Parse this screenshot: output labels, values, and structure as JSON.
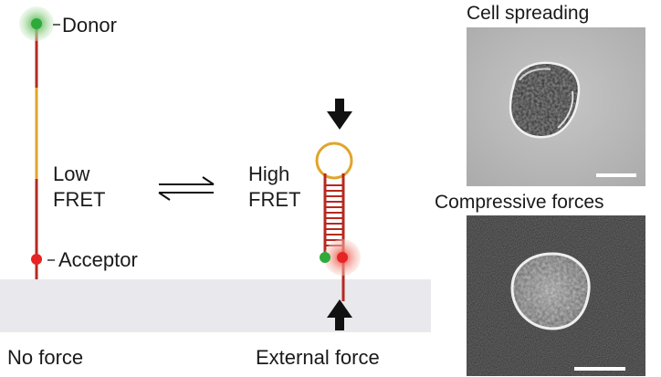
{
  "labels": {
    "donor": "Donor",
    "acceptor": "Acceptor",
    "low_fret_line1": "Low",
    "low_fret_line2": "FRET",
    "high_fret_line1": "High",
    "high_fret_line2": "FRET",
    "no_force": "No force",
    "external_force": "External force"
  },
  "panels": {
    "top_title": "Cell spreading",
    "bottom_title": "Compressive forces"
  },
  "colors": {
    "donor": "#2eaa3a",
    "donor_glow": "#b9e0b4",
    "acceptor": "#e62424",
    "acceptor_glow": "#f6b8b0",
    "strand_red": "#b52a20",
    "strand_yellow": "#e0a52c",
    "surface": "#e9e8ec",
    "arrow": "#111111"
  }
}
